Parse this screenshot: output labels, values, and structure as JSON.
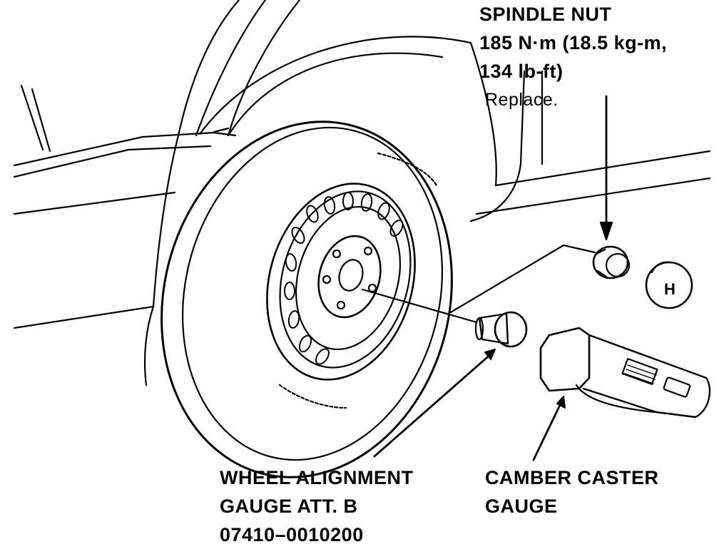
{
  "spindle_nut": {
    "title": "SPINDLE NUT",
    "torque_line1": "185 N·m (18.5 kg-m,",
    "torque_line2": "134 lb-ft)",
    "note": "Replace."
  },
  "wheel_alignment_gauge": {
    "line1": "WHEEL ALIGNMENT",
    "line2": "GAUGE ATT. B",
    "part_number": "07410–0010200"
  },
  "camber_caster_gauge": {
    "line1": "CAMBER CASTER",
    "line2": "GAUGE"
  },
  "hub_cap_letter": "H",
  "colors": {
    "ink": "#000000",
    "paper": "#ffffff"
  }
}
